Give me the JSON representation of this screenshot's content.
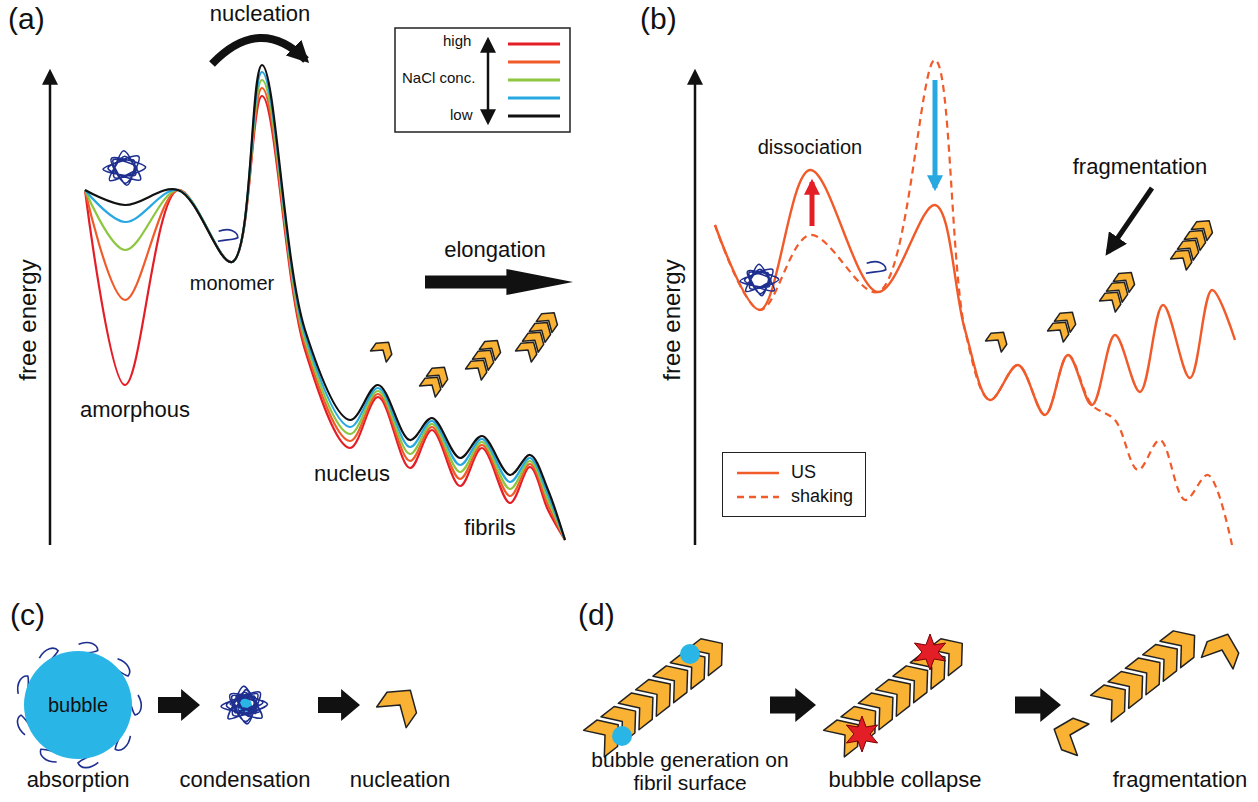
{
  "diagram": {
    "nodes": [
      {
        "text": [
          "bubble"
        ]
      }
    ],
    "labels": [
      "(a)",
      "nucleation",
      "high",
      "NaCl conc.",
      "low",
      "free energy",
      "amorphous",
      "monomer",
      "nucleus",
      "elongation",
      "fibrils",
      "(b)",
      "free energy",
      "dissociation",
      "fragmentation",
      "(c)",
      "absorption",
      "condensation",
      "nucleation",
      "(d)",
      "bubble generation on fibril surface",
      "bubble collapse",
      "fragmentation"
    ],
    "legend": [
      {
        "text": "US"
      },
      {
        "text": "shaking"
      }
    ]
  }
}
